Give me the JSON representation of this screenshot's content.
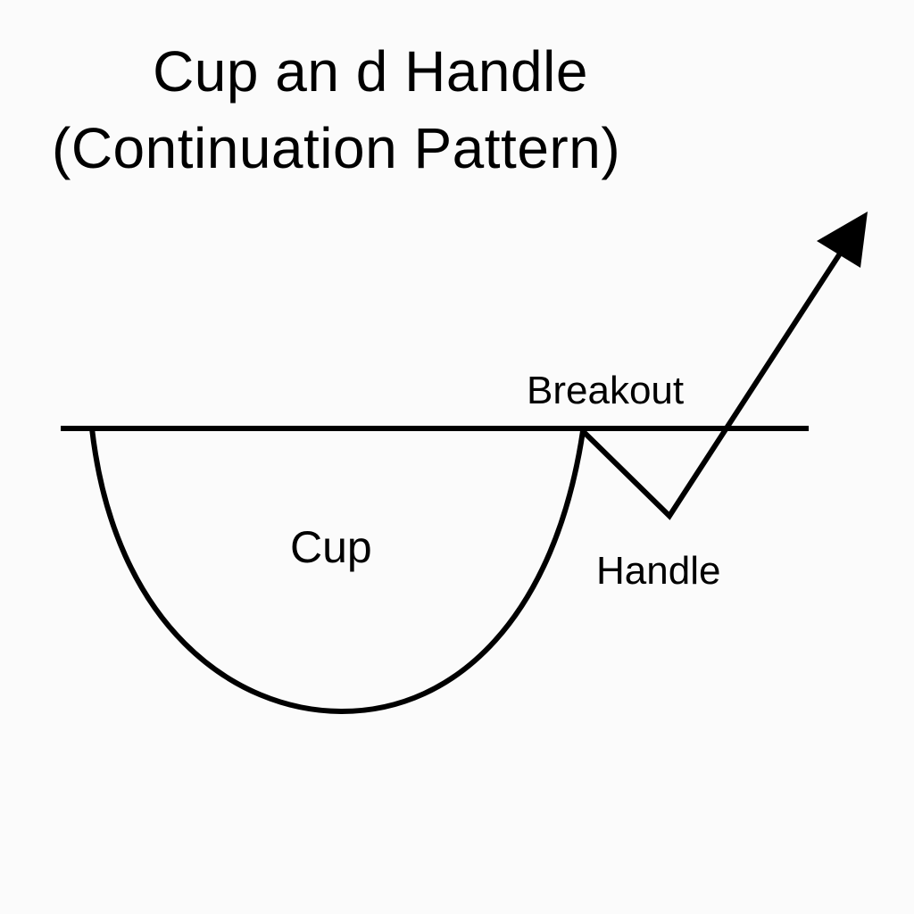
{
  "title": {
    "line1": "Cup an d Handle",
    "line2": "(Continuation Pattern)"
  },
  "labels": {
    "breakout": "Breakout",
    "cup": "Cup",
    "handle": "Handle"
  },
  "colors": {
    "stroke": "#000000",
    "background": "#fbfbfb"
  }
}
